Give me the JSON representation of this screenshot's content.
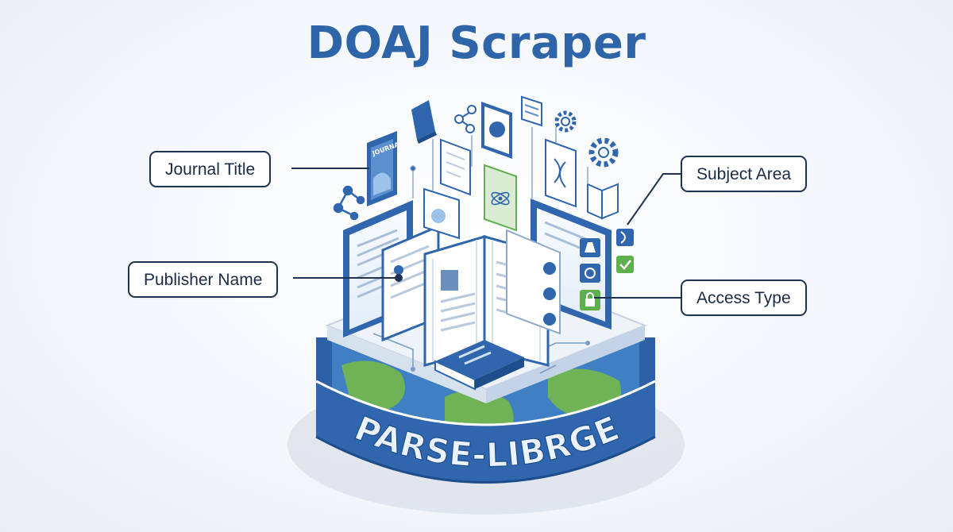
{
  "title": "DOAJ Scraper",
  "labels": {
    "journal_title": "Journal Title",
    "publisher_name": "Publisher Name",
    "subject_area": "Subject Area",
    "access_type": "Access Type"
  },
  "platform_text": "PARSE-LIBRGE",
  "journal_cover_text": "JOURNAL",
  "colors": {
    "title": "#2e64a8",
    "primary_blue": "#2f66ad",
    "light_blue": "#dce8f6",
    "dark_navy": "#1f3350",
    "green": "#5fb04c",
    "ocean": "#3f7fc4",
    "land": "#6fb356"
  },
  "icons": [
    "book-icon",
    "network-icon",
    "document-icon",
    "gear-icon",
    "molecule-icon",
    "flask-icon",
    "atom-icon",
    "lock-icon",
    "check-icon",
    "globe-icon"
  ]
}
